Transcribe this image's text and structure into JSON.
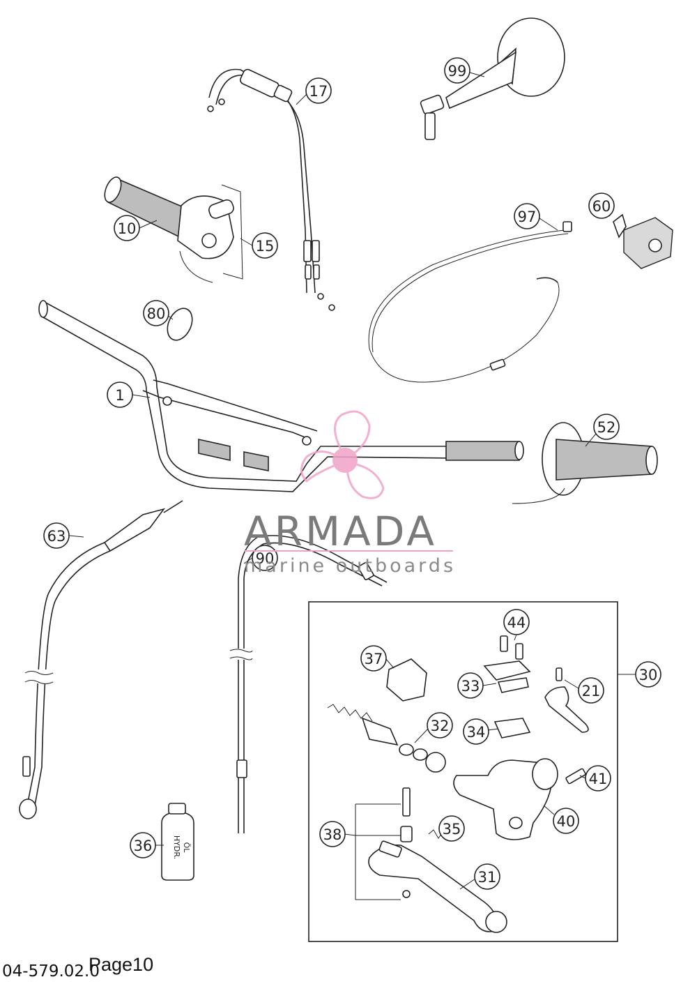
{
  "callouts": [
    {
      "id": "c1",
      "label": "1"
    },
    {
      "id": "c10",
      "label": "10"
    },
    {
      "id": "c15",
      "label": "15"
    },
    {
      "id": "c17",
      "label": "17"
    },
    {
      "id": "c80",
      "label": "80"
    },
    {
      "id": "c99",
      "label": "99"
    },
    {
      "id": "c97",
      "label": "97"
    },
    {
      "id": "c60",
      "label": "60"
    },
    {
      "id": "c52",
      "label": "52"
    },
    {
      "id": "c63",
      "label": "63"
    },
    {
      "id": "c90",
      "label": "90"
    },
    {
      "id": "c36",
      "label": "36"
    },
    {
      "id": "c44",
      "label": "44"
    },
    {
      "id": "c37",
      "label": "37"
    },
    {
      "id": "c33",
      "label": "33"
    },
    {
      "id": "c21",
      "label": "21"
    },
    {
      "id": "c30",
      "label": "30"
    },
    {
      "id": "c32",
      "label": "32"
    },
    {
      "id": "c34",
      "label": "34"
    },
    {
      "id": "c41",
      "label": "41"
    },
    {
      "id": "c40",
      "label": "40"
    },
    {
      "id": "c35",
      "label": "35"
    },
    {
      "id": "c38",
      "label": "38"
    },
    {
      "id": "c31",
      "label": "31"
    }
  ],
  "watermark": {
    "brand": "ARMADA",
    "tagline": "marine outboards",
    "logo_color": "#f2a2c8"
  },
  "bottle_label": {
    "line1": "HYDR.",
    "line2": "ÖL"
  },
  "footer": {
    "code": "04-579.02.0",
    "page": "Page10"
  }
}
